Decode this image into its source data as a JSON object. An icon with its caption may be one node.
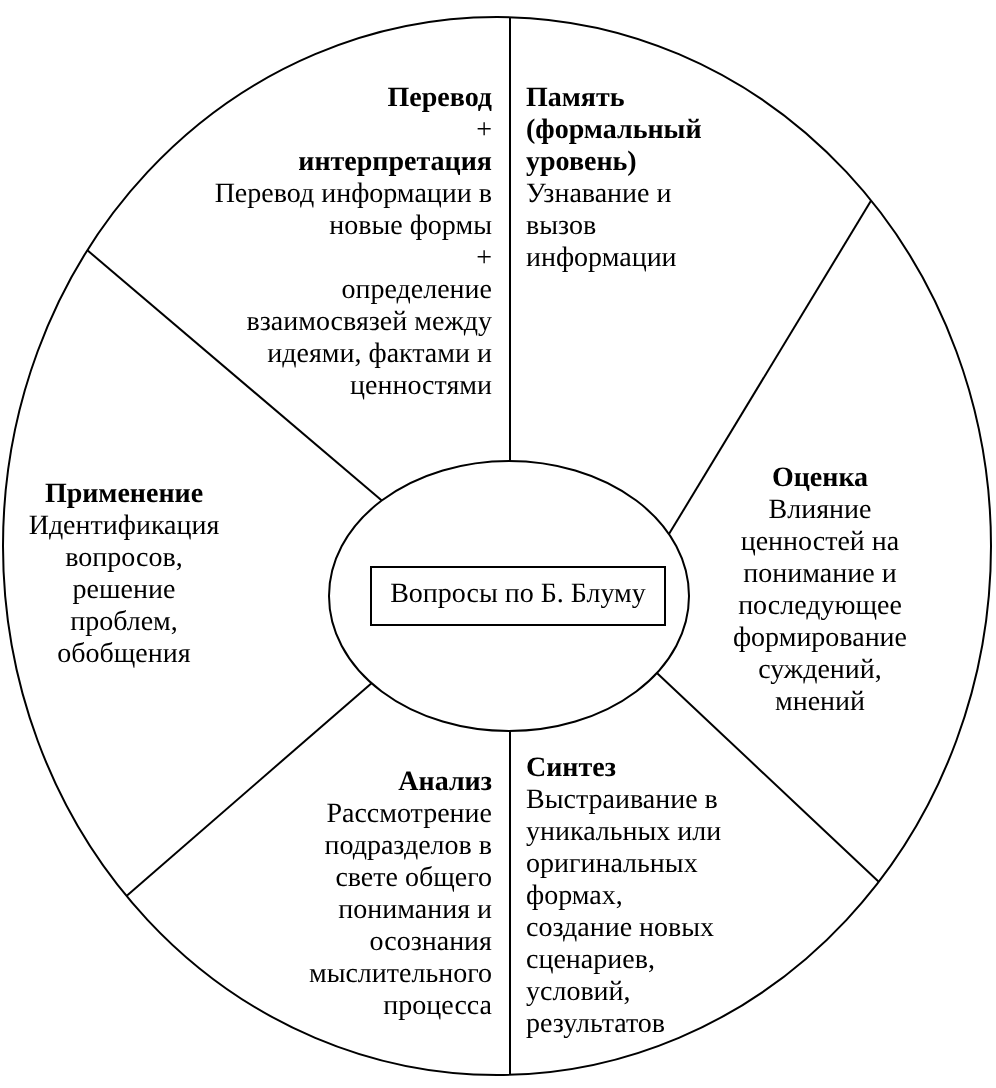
{
  "diagram": {
    "nodes": [
      {
        "text": [],
        "shape": "circle"
      },
      {
        "text": [
          "Перевод",
          "+",
          "интерпретация",
          "Перевод информации в новые формы",
          "+",
          "определение взаимосвязей между идеями, фактами и ценностями"
        ],
        "in": 0
      },
      {
        "text": [
          "Память (формальный уровень)",
          "Узнавание и вызов информации"
        ],
        "in": 0
      },
      {
        "text": [
          "Оценка",
          "Влияние ценностей на понимание и последующее формирование суждений, мнений"
        ],
        "in": 0
      },
      {
        "text": [
          "Применение",
          "Идентификация вопросов, решение проблем, обобщения"
        ],
        "in": 0
      },
      {
        "text": [],
        "shape": "circle",
        "in": 0
      },
      {
        "text": [
          "Вопросы по Б. Блуму"
        ],
        "in": 5
      },
      {
        "text": [
          "Синтез",
          "Выстраивание в уникальных или оригинальных формах, создание новых сценариев, условий, результатов"
        ],
        "in": 0
      },
      {
        "text": [
          "Анализ",
          "Рассмотрение подразделов в свете общего понимания и осознания мыслительного процесса"
        ],
        "in": 0
      }
    ]
  }
}
